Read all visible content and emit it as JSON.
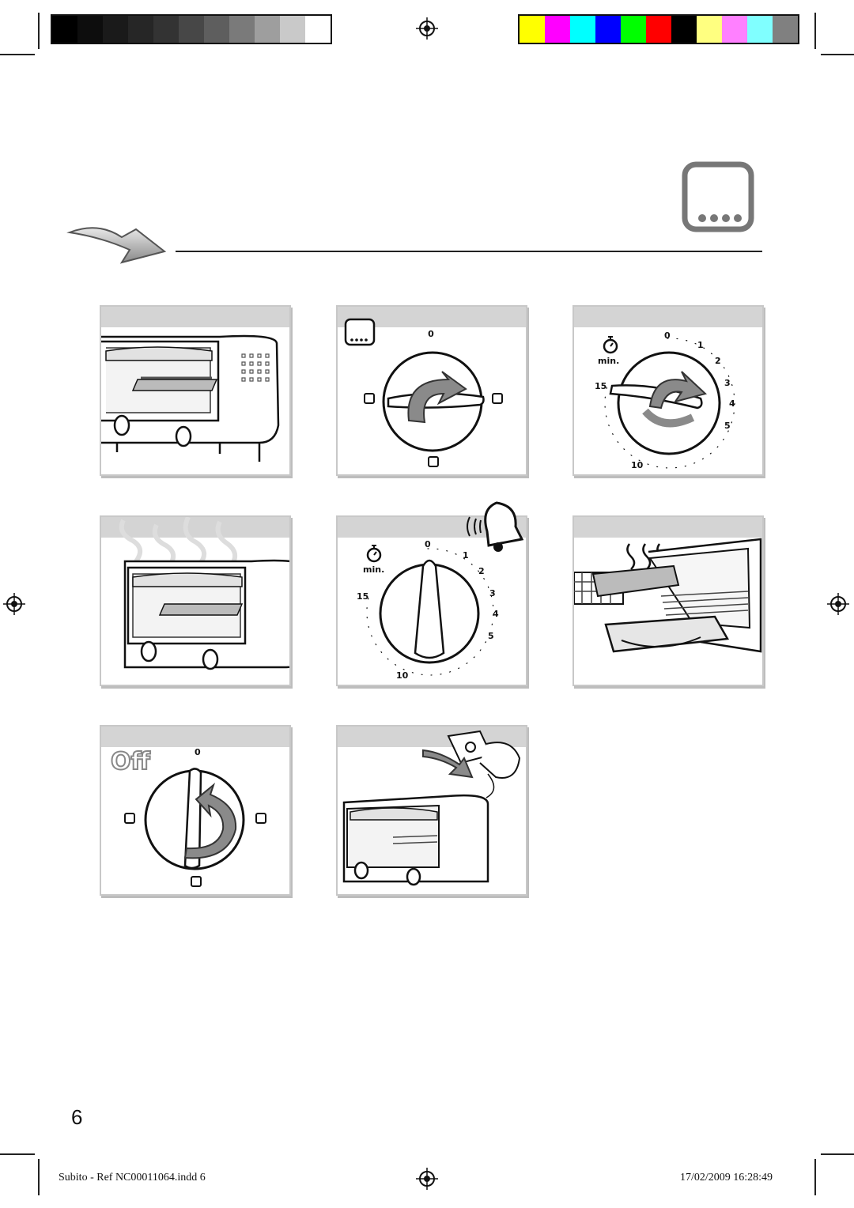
{
  "page": {
    "number": "6",
    "footer_left": "Subito - Ref NC00011064.indd   6",
    "footer_right": "17/02/2009   16:28:49"
  },
  "print_marks": {
    "grayscale_bar": [
      "#000000",
      "#0d0d0d",
      "#1a1a1a",
      "#262626",
      "#333333",
      "#474747",
      "#5e5e5e",
      "#7a7a7a",
      "#9e9e9e",
      "#c9c9c9",
      "#ffffff"
    ],
    "color_bar": [
      "#ffff00",
      "#ff00ff",
      "#00ffff",
      "#0000ff",
      "#00ff00",
      "#ff0000",
      "#000000",
      "#ffff80",
      "#ff80ff",
      "#80ffff",
      "#808080"
    ]
  },
  "panels": {
    "p2": {
      "zero": "0"
    },
    "p3": {
      "zero": "0",
      "one": "1",
      "two": "2",
      "three": "3",
      "four": "4",
      "five": "5",
      "ten": "10",
      "fifteen": "15",
      "min": "min."
    },
    "p5": {
      "zero": "0",
      "one": "1",
      "two": "2",
      "three": "3",
      "four": "4",
      "five": "5",
      "ten": "10",
      "fifteen": "15",
      "min": "min."
    },
    "p7": {
      "off": "Off",
      "zero": "0"
    }
  },
  "icons": {
    "function_symbol": "bottom-heat-icon",
    "timer_symbol": "stopwatch-icon",
    "bell": "bell-icon",
    "arrow": "pointing-arrow-icon"
  }
}
